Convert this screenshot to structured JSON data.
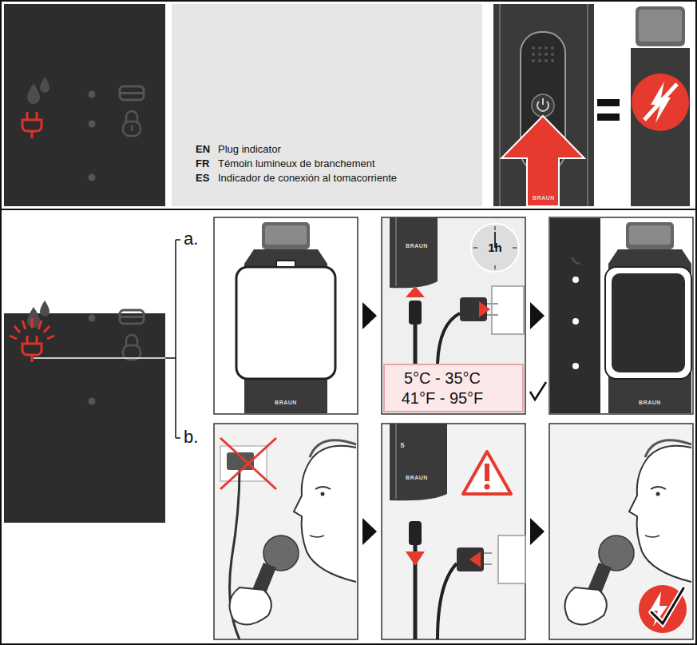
{
  "diagram": {
    "nodes": [
      {
        "text": [
          "EN",
          "Plug indicator",
          "FR",
          "Témoin lumineux de branchement",
          "ES",
          "Indicador de conexión al tomacorriente"
        ]
      },
      {
        "text": [
          "1h"
        ]
      },
      {
        "text": [
          "5°C - 35°C",
          "41°F - 95°F"
        ]
      }
    ],
    "labels": [
      "a.",
      "b.",
      "BRAUN",
      "BRAUN",
      "BRAUN",
      "BRAUN",
      "BRAUN",
      "5"
    ]
  }
}
